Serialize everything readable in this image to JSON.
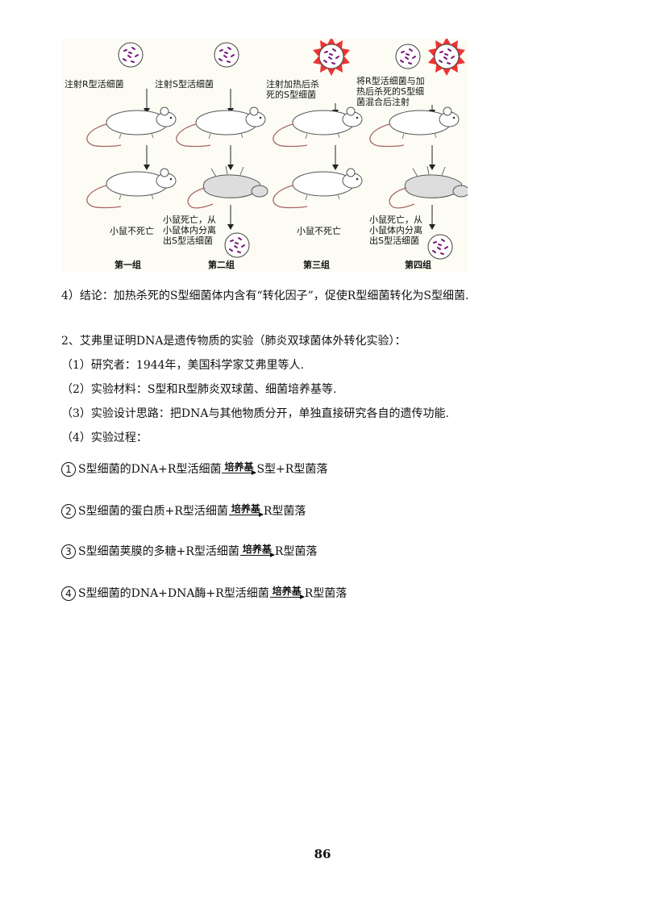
{
  "figure": {
    "groups": [
      {
        "caption": "第一组",
        "injection": "注射R型活细菌",
        "result": "小鼠不死亡",
        "result_bacteria": ""
      },
      {
        "caption": "第二组",
        "injection": "注射S型活细菌",
        "result": "小鼠死亡，从\n小鼠体内分离\n出S型活细菌",
        "result_bacteria": ""
      },
      {
        "caption": "第三组",
        "injection": "注射加热后杀\n死的S型细菌",
        "result": "小鼠不死亡",
        "result_bacteria": ""
      },
      {
        "caption": "第四组",
        "injection": "将R型活细菌与加\n热后杀死的S型细\n菌混合后注射",
        "result": "小鼠死亡，从\n小鼠体内分离\n出S型活细菌",
        "result_bacteria": ""
      }
    ]
  },
  "conclusion": "4）结论：加热杀死的S型细菌体内含有“转化因子”，促使R型细菌转化为S型细菌.",
  "section2": {
    "title": "2、艾弗里证明DNA是遗传物质的实验（肺炎双球菌体外转化实验）：",
    "items": [
      "（1）研究者：1944年，美国科学家艾弗里等人.",
      "（2）实验材料：S型和R型肺炎双球菌、细菌培养基等.",
      "（3）实验设计思路：把DNA与其他物质分开，单独直接研究各自的遗传功能.",
      "（4）实验过程："
    ],
    "steps": [
      {
        "num": "1",
        "lhs": "S型细菌的DNA+R型活细菌",
        "arrow_label": "培养基",
        "rhs": "S型+R型菌落"
      },
      {
        "num": "2",
        "lhs": "S型细菌的蛋白质+R型活细菌",
        "arrow_label": "培养基",
        "rhs": "R型菌落"
      },
      {
        "num": "3",
        "lhs": "S型细菌荚膜的多糖+R型活细菌",
        "arrow_label": "培养基",
        "rhs": "R型菌落"
      },
      {
        "num": "4",
        "lhs": "S型细菌的DNA+DNA酶+R型活细菌",
        "arrow_label": "培养基",
        "rhs": "R型菌落"
      }
    ]
  },
  "page_number": "86"
}
